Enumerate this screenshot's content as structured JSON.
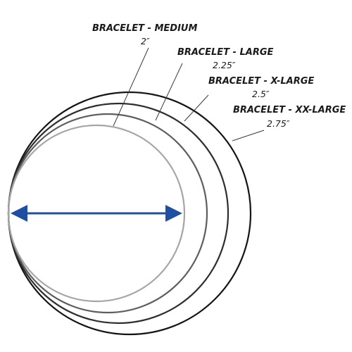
{
  "sizes": [
    {
      "id": "medium",
      "name": "BRACELET - MEDIUM",
      "diameter": "2″"
    },
    {
      "id": "large",
      "name": "BRACELET  - LARGE",
      "diameter": "2.25″"
    },
    {
      "id": "xlarge",
      "name": "BRACELET  - X-LARGE",
      "diameter": "2.5″"
    },
    {
      "id": "xxlarge",
      "name": "BRACELET - XX-LARGE",
      "diameter": "2.75″"
    }
  ],
  "colors": {
    "medium": "#a6a6a6",
    "large": "#5e5e5e",
    "xlarge": "#2e2e2e",
    "xxlarge": "#141414",
    "arrow": "#1f4fa0",
    "leader": "#3a3a3a"
  }
}
